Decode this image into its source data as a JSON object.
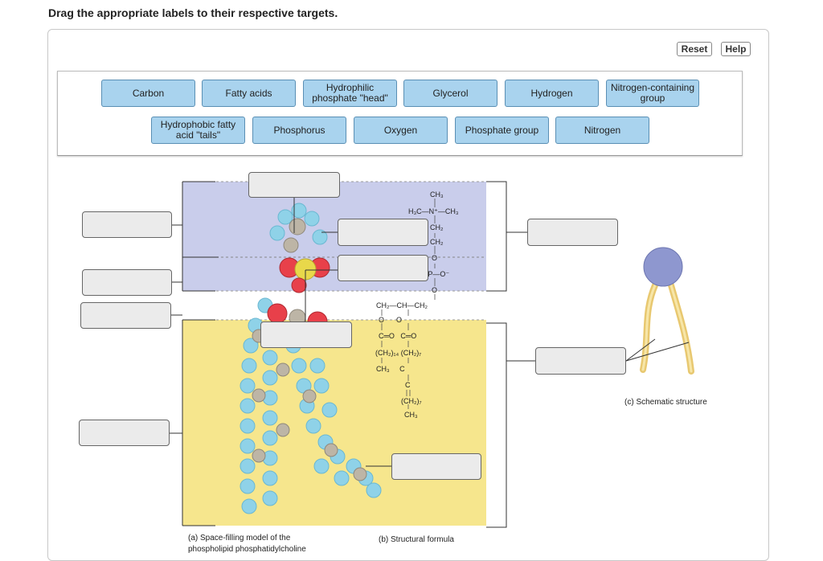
{
  "instruction": "Drag the appropriate labels to their respective targets.",
  "toolbar": {
    "reset_label": "Reset",
    "help_label": "Help"
  },
  "labels": [
    "Carbon",
    "Fatty acids",
    "Hydrophilic phosphate \"head\"",
    "Glycerol",
    "Hydrogen",
    "Nitrogen-containing group",
    "Hydrophobic fatty acid \"tails\"",
    "Phosphorus",
    "Oxygen",
    "Phosphate group",
    "Nitrogen"
  ],
  "formula": {
    "ch3_top": "CH₃",
    "n_line": "H₃C—N⁺—CH₃",
    "ch2_a": "CH₂",
    "ch2_b": "CH₂",
    "o1": "O",
    "p_line": "O═P—O⁻",
    "o2": "O",
    "glycerol": "CH₂—CH—CH₂",
    "o3": "O      O",
    "co": "C═O   C═O",
    "chains": "(CH₂)₁₄ (CH₂)₇",
    "ch3_left": "CH₃     C",
    "c2": "C",
    "ch27": "(CH₂)₇",
    "ch3_end": "CH₃"
  },
  "captions": {
    "a": "(a) Space-filling model of the",
    "a2": "phospholipid phosphatidylcholine",
    "b": "(b) Structural formula",
    "c": "(c) Schematic structure"
  },
  "colors": {
    "label_fill": "#a9d3ee",
    "head_band": "#c9cdeb",
    "tail_band": "#f6e68d",
    "target_fill": "#ebebeb"
  }
}
